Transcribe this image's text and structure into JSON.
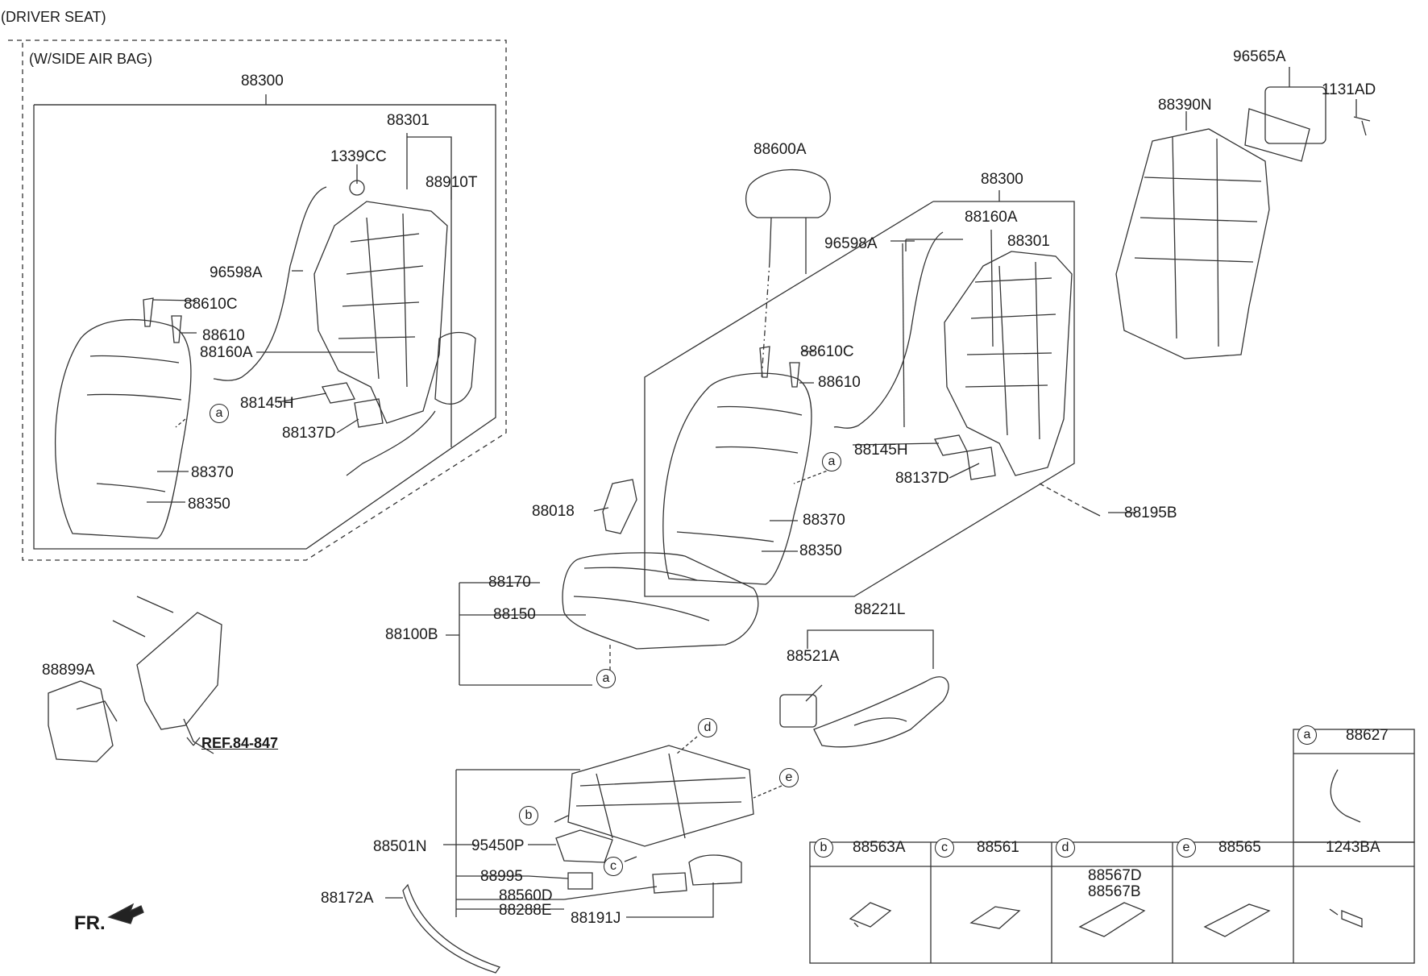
{
  "header": {
    "title": "(DRIVER SEAT)",
    "subtitle": "(W/SIDE AIR BAG)"
  },
  "left_group": {
    "labels": [
      "88300",
      "88301",
      "1339CC",
      "88910T",
      "96598A",
      "88610C",
      "88610",
      "88160A",
      "88145H",
      "88137D",
      "88370",
      "88350"
    ]
  },
  "center_group": {
    "labels": [
      "88600A",
      "88300",
      "88160A",
      "88301",
      "96598A",
      "88610C",
      "88610",
      "88145H",
      "88137D",
      "88195B",
      "88370",
      "88350",
      "88018",
      "88170",
      "88150",
      "88100B",
      "88221L",
      "88521A"
    ]
  },
  "top_right": {
    "labels": [
      "96565A",
      "1131AD",
      "88390N"
    ]
  },
  "bottom_left": {
    "bracket": "88899A",
    "reference": "REF.84-847",
    "direction": "FR."
  },
  "bottom_center": {
    "labels": [
      "88501N",
      "95450P",
      "88995",
      "88560D",
      "88288E",
      "88191J",
      "88172A"
    ]
  },
  "callouts": [
    "a",
    "a",
    "a",
    "b",
    "c",
    "d",
    "e"
  ],
  "legend": {
    "cells": [
      {
        "letter": "b",
        "part": "88563A"
      },
      {
        "letter": "c",
        "part": "88561"
      },
      {
        "letter": "d",
        "part": "88567D",
        "part2": "88567B"
      },
      {
        "letter": "e",
        "part": "88565"
      },
      {
        "letter": "",
        "part": "1243BA"
      }
    ],
    "top_cell": {
      "letter": "a",
      "part": "88627"
    }
  },
  "colors": {
    "line": "#333333",
    "background": "#ffffff"
  }
}
